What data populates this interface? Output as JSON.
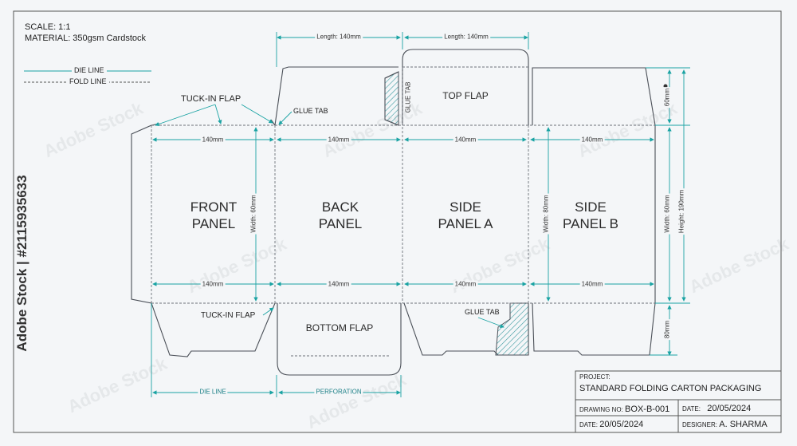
{
  "header": {
    "scale": "SCALE: 1:1",
    "material": "MATERIAL: 350gsm Cardstock"
  },
  "legend": {
    "die_line": "DIE LINE",
    "fold_line": "FOLD LINE"
  },
  "dimensions": {
    "top_length_1": "Length: 140mm",
    "top_length_2": "Length: 140mm",
    "panel_width_front_top": "140mm",
    "panel_width_back_top": "140mm",
    "panel_width_side_a_top": "140mm",
    "panel_width_side_b_top": "140mm",
    "panel_width_front_bottom": "140mm",
    "panel_width_back_bottom": "140mm",
    "panel_width_side_a_bottom": "140mm",
    "panel_width_side_b_bottom": "140mm",
    "width_front": "Width: 60mm",
    "width_side_a": "Width: 80mm",
    "width_side_b": "Width: 60mm",
    "height_total": "Height: 190mm",
    "top_flap_depth": "60mm",
    "bottom_flap_depth": "80mm",
    "bottom_die_line": "DIE LINE",
    "bottom_perforation": "PERFORATION"
  },
  "panels": {
    "front": "FRONT\nPANEL",
    "back": "BACK\nPANEL",
    "side_a": "SIDE\nPANEL A",
    "side_b": "SIDE\nPANEL B"
  },
  "flaps": {
    "top_flap": "TOP FLAP",
    "bottom_flap": "BOTTOM FLAP",
    "glue_tab_vertical": "GLUE TAB"
  },
  "callouts": {
    "tuck_in_top": "TUCK-IN FLAP",
    "glue_tab_top": "GLUE TAB",
    "tuck_in_bottom": "TUCK-IN FLAP",
    "glue_tab_bottom": "GLUE TAB"
  },
  "title_block": {
    "project_label": "PROJECT:",
    "project_value": "STANDARD FOLDING CARTON PACKAGING",
    "drawing_no_label": "DRAWING NO:",
    "drawing_no_value": "BOX-B-001",
    "date1_label": "DATE:",
    "date1_value": "20/05/2024",
    "date2_label": "DATE:",
    "date2_value": "20/05/2024",
    "designer_label": "DESIGNER:",
    "designer_value": "A. SHARMA"
  },
  "watermark": {
    "side_text": "Adobe Stock | #2115935633",
    "tile_text": "Adobe Stock"
  },
  "colors": {
    "die_line": "#4a4f57",
    "fold_line": "#6b7078",
    "dimension": "#1aa3a3",
    "hatch": "#3a9aa0",
    "background": "#f4f6f8"
  }
}
